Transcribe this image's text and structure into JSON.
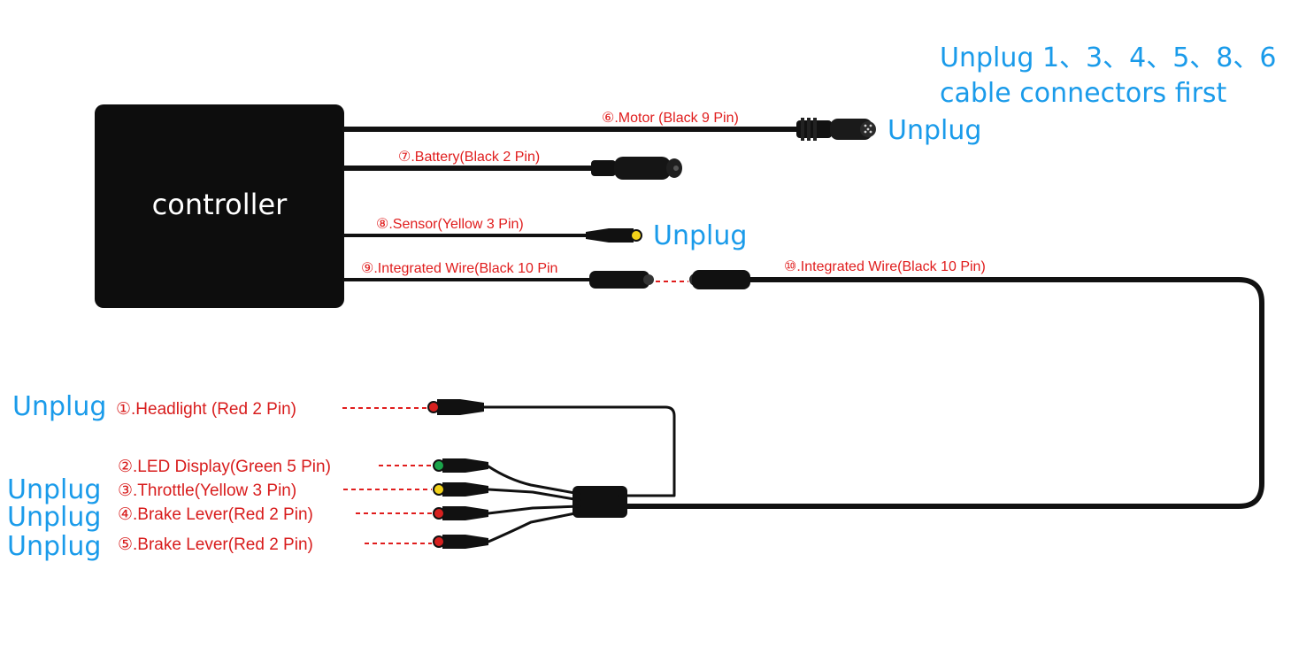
{
  "instruction": {
    "line1": "Unplug 1、3、4、5、8、6",
    "line2": "cable connectors first"
  },
  "controller": {
    "label": "controller"
  },
  "unplug_label": "Unplug",
  "cables": {
    "motor": "⑥.Motor (Black 9 Pin)",
    "battery": "⑦.Battery(Black 2 Pin)",
    "sensor": "⑧.Sensor(Yellow 3 Pin)",
    "integrated9": "⑨.Integrated Wire(Black 10 Pin",
    "integrated10": "⑩.Integrated Wire(Black 10 Pin)",
    "headlight": "①.Headlight (Red 2 Pin)",
    "led": "②.LED Display(Green 5 Pin)",
    "throttle": "③.Throttle(Yellow 3 Pin)",
    "brake4": "④.Brake Lever(Red 2 Pin)",
    "brake5": "⑤.Brake Lever(Red 2 Pin)"
  },
  "colors": {
    "label_red": "#e01d1d",
    "label_blue": "#1a9bea",
    "cable_black": "#111111",
    "tip_red": "#d6201f",
    "tip_green": "#1aa34a",
    "tip_yellow": "#f2d21a"
  }
}
